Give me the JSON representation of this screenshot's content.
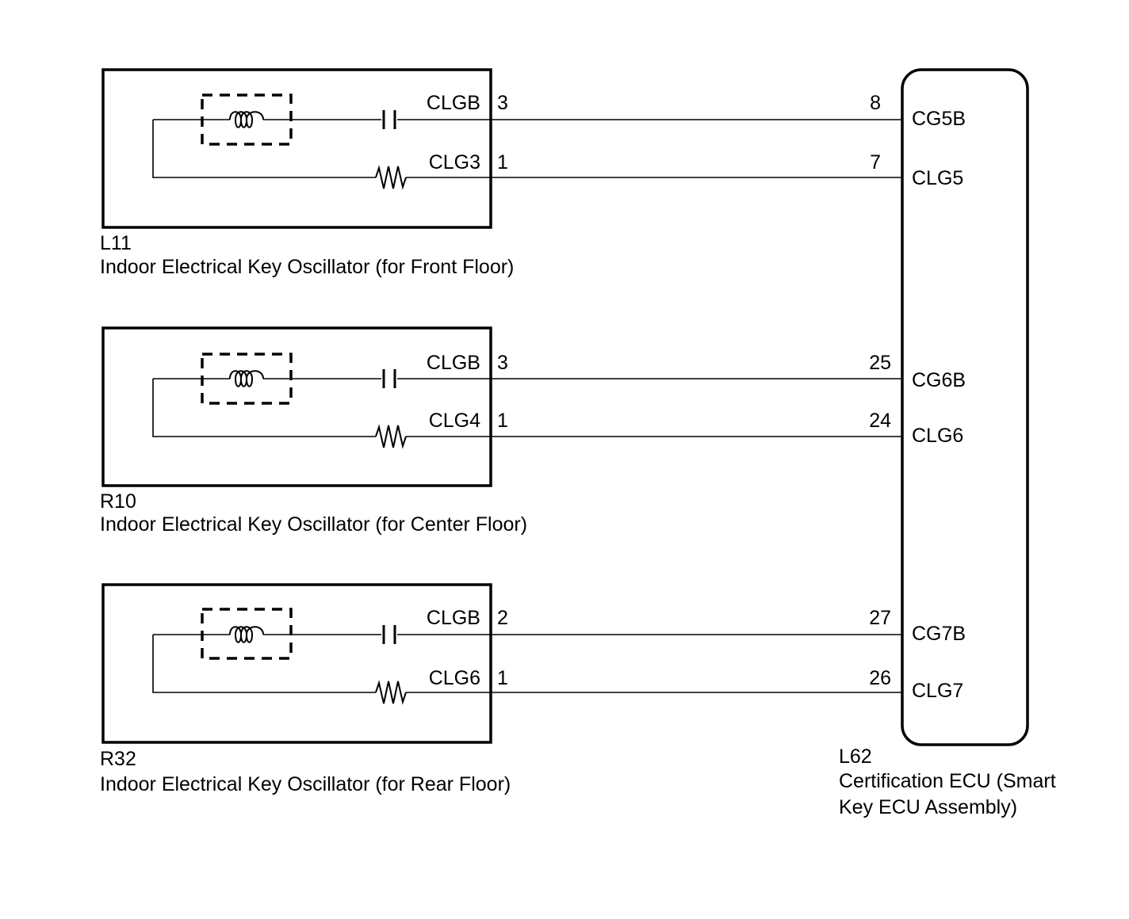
{
  "modules": [
    {
      "code": "L11",
      "name": "Indoor Electrical Key Oscillator (for Front Floor)",
      "signals": [
        {
          "label": "CLGB",
          "pin": "3",
          "ecu_pin": "8",
          "ecu_label": "CG5B"
        },
        {
          "label": "CLG3",
          "pin": "1",
          "ecu_pin": "7",
          "ecu_label": "CLG5"
        }
      ]
    },
    {
      "code": "R10",
      "name": "Indoor Electrical Key Oscillator (for Center Floor)",
      "signals": [
        {
          "label": "CLGB",
          "pin": "3",
          "ecu_pin": "25",
          "ecu_label": "CG6B"
        },
        {
          "label": "CLG4",
          "pin": "1",
          "ecu_pin": "24",
          "ecu_label": "CLG6"
        }
      ]
    },
    {
      "code": "R32",
      "name": "Indoor Electrical Key Oscillator (for Rear Floor)",
      "signals": [
        {
          "label": "CLGB",
          "pin": "2",
          "ecu_pin": "27",
          "ecu_label": "CG7B"
        },
        {
          "label": "CLG6",
          "pin": "1",
          "ecu_pin": "26",
          "ecu_label": "CLG7"
        }
      ]
    }
  ],
  "ecu": {
    "code": "L62",
    "name_line1": "Certification ECU (Smart",
    "name_line2": "Key ECU Assembly)"
  }
}
